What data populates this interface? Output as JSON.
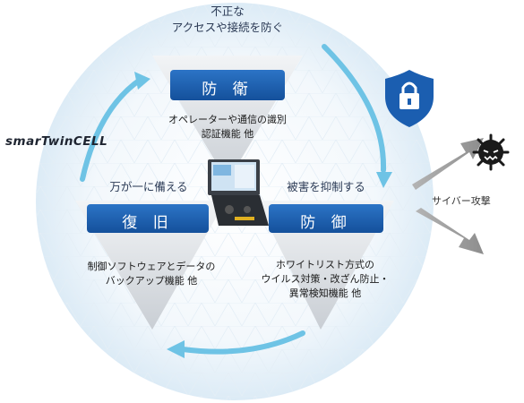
{
  "logo": "smarTwinCELL",
  "top": {
    "heading": "防 衛",
    "caption_lines": [
      "不正な",
      "アクセスや接続を防ぐ"
    ],
    "body_lines": [
      "オペレーターや通信の識別",
      "認証機能 他"
    ]
  },
  "left": {
    "heading": "復 旧",
    "caption": "万が一に備える",
    "body_lines": [
      "制御ソフトウェアとデータの",
      "バックアップ機能 他"
    ]
  },
  "right": {
    "heading": "防 御",
    "caption": "被害を抑制する",
    "body_lines": [
      "ホワイトリスト方式の",
      "ウイルス対策・改ざん防止・",
      "異常検知機能 他"
    ]
  },
  "attack": {
    "label": "サイバー攻撃",
    "icon": "virus-icon"
  },
  "icons": {
    "shield": "lock-shield-icon",
    "device": "controller-device-icon"
  },
  "colors": {
    "accent": "#1b5eb0",
    "cycle_arrow": "#6ec3e5",
    "attack_arrow": "#9a9a9a"
  }
}
